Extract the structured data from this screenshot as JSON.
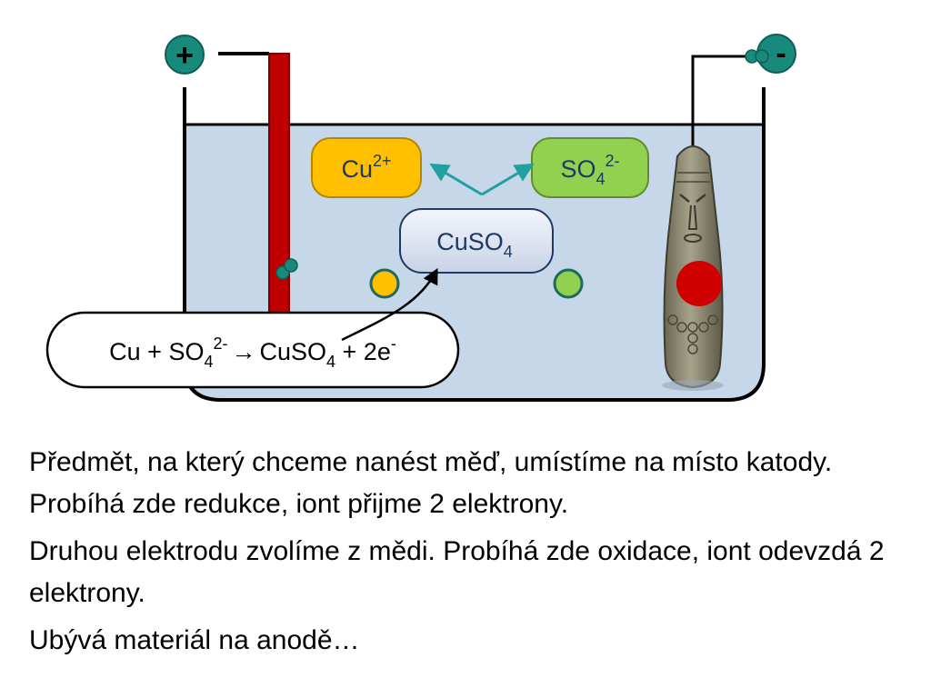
{
  "diagram": {
    "anode_sign": "+",
    "cathode_sign": "-",
    "ion_cu": {
      "base": "Cu",
      "sup": "2+"
    },
    "ion_so4": {
      "base": "SO",
      "sub": "4",
      "sup": "2-"
    },
    "salt": {
      "base": "CuSO",
      "sub": "4"
    },
    "equation": {
      "p1": "Cu + SO",
      "p1_sub": "4",
      "p1_sup": "2-",
      "arrow": "→",
      "p2": "CuSO",
      "p2_sub": "4",
      "p3": " + 2e",
      "p3_sup": "-"
    },
    "icons": [
      "cathode-object-statue-icon",
      "electron-icon",
      "arrow-icon"
    ],
    "colors": {
      "electrolyte": "#c6d7ea",
      "anode_copper": "#c00000",
      "terminal": "#178a7c",
      "ion_cu": "#ffc000",
      "ion_so4": "#92d050",
      "salt_box": "#dde4f2",
      "arrow_teal": "#20a0a0",
      "plating_spot": "#d00000"
    }
  },
  "paragraphs": [
    "Předmět, na který chceme nanést měď, umístíme na místo katody. Probíhá zde redukce, iont přijme 2 elektrony.",
    "Druhou elektrodu zvolíme z mědi. Probíhá zde oxidace, iont odevzdá 2 elektrony.",
    "Ubývá materiál na anodě…"
  ]
}
